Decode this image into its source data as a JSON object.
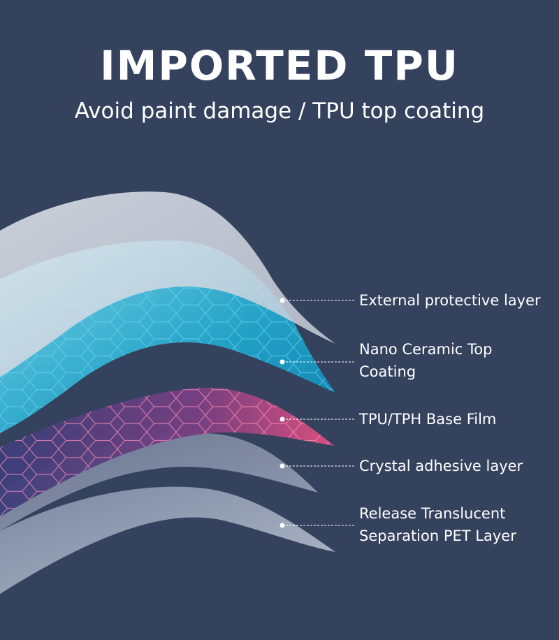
{
  "header": {
    "title": "IMPORTED TPU",
    "subtitle": "Avoid paint damage / TPU top coating"
  },
  "layers": [
    {
      "lines": [
        "External protective layer"
      ],
      "color": "#d6dbe3"
    },
    {
      "lines": [
        "Nano Ceramic Top",
        "Coating"
      ],
      "color": "#27b5d6"
    },
    {
      "lines": [
        "TPU/TPH Base Film"
      ],
      "color": "#d24a78"
    },
    {
      "lines": [
        "Crystal adhesive layer"
      ],
      "color": "#aab4c6"
    },
    {
      "lines": [
        "Release Translucent",
        "Separation PET Layer"
      ],
      "color": "#b9c3d2"
    }
  ],
  "colors": {
    "background": "#35425e",
    "hex_pattern": "#6fe0f5",
    "connector": "#ffffff"
  }
}
